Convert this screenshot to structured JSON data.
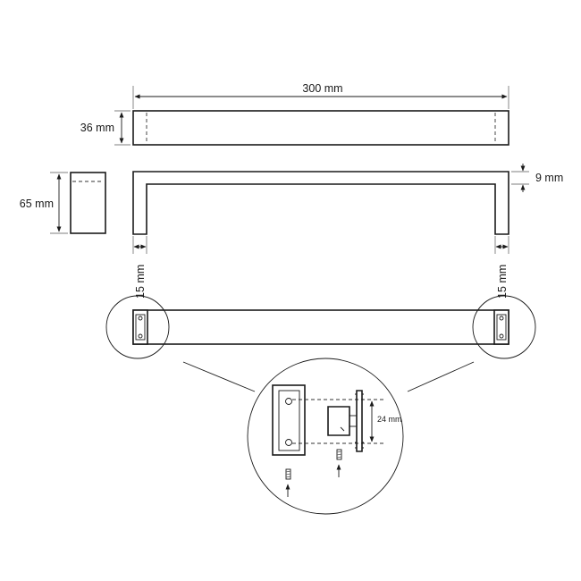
{
  "dimensions": {
    "length": "300 mm",
    "depth": "36 mm",
    "height": "65 mm",
    "thickness": "9 mm",
    "mount_left": "15 mm",
    "mount_right": "15 mm",
    "bracket_spacing": "24 mm"
  }
}
